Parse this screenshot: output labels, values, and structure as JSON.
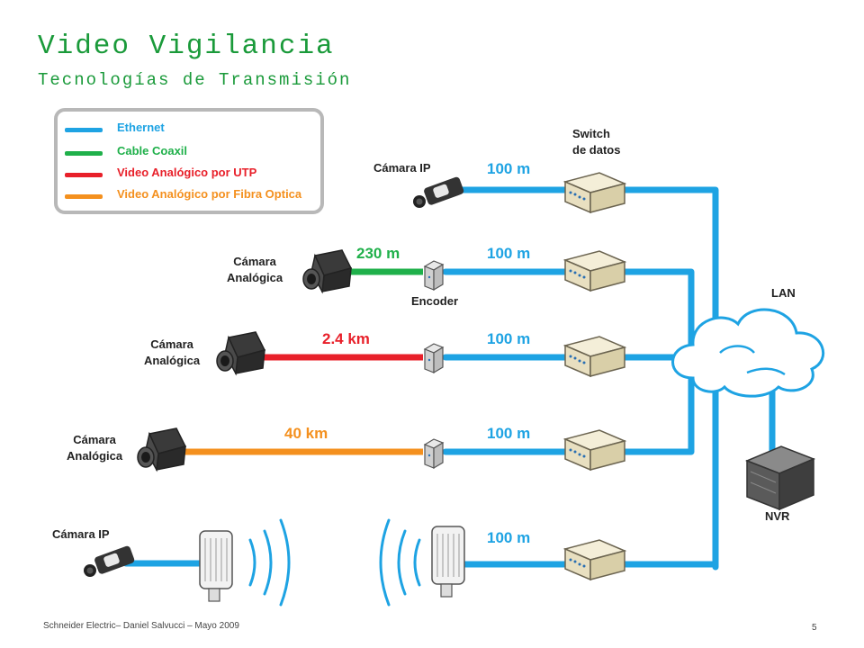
{
  "header": {
    "title": "Video Vigilancia",
    "subtitle": "Tecnologías de Transmisión"
  },
  "legend": {
    "items": [
      {
        "label": "Ethernet",
        "color": "#1ea3e3"
      },
      {
        "label": "Cable Coaxil",
        "color": "#1fb04a"
      },
      {
        "label": "Video Analógico por UTP",
        "color": "#e8202a"
      },
      {
        "label": "Video Analógico por Fibra Optica",
        "color": "#f4901e"
      }
    ]
  },
  "labels": {
    "switch": "Switch\nde datos",
    "camera_ip": "Cámara IP",
    "camera_analog": "Cámara\nAnalógica",
    "encoder": "Encoder",
    "lan": "LAN",
    "nvr": "NVR"
  },
  "distances": {
    "row1": "100 m",
    "row2_coax": "230 m",
    "row2": "100 m",
    "row3_utp": "2.4 km",
    "row3": "100 m",
    "row4_fiber": "40 km",
    "row4": "100 m",
    "row5": "100 m"
  },
  "footer": {
    "text": "Schneider Electric– Daniel Salvucci – Mayo 2009",
    "page": "5"
  }
}
